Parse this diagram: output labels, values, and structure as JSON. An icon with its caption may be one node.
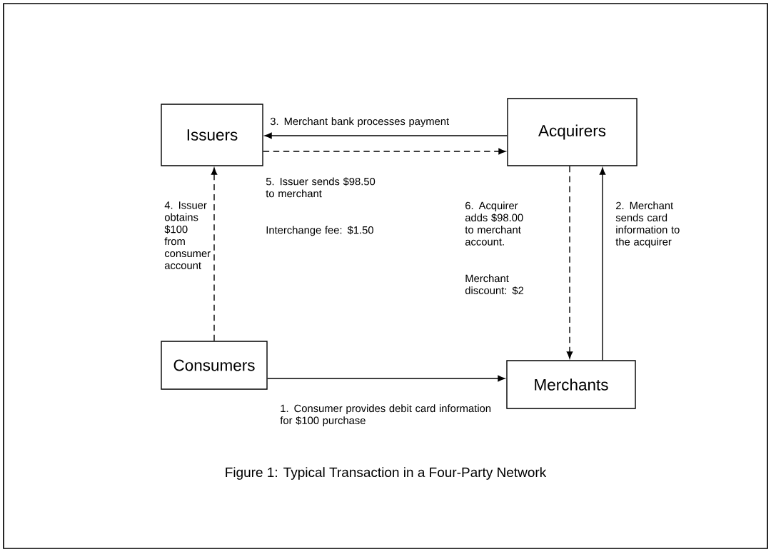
{
  "diagram": {
    "caption": "Figure 1: Typical Transaction in a Four-Party Network",
    "nodes": [
      {
        "text": [
          "Issuers"
        ]
      },
      {
        "text": [
          "Acquirers"
        ]
      },
      {
        "text": [
          "Consumers"
        ]
      },
      {
        "text": [
          "Merchants"
        ]
      }
    ],
    "edges": [
      {
        "from": 1,
        "to": 0,
        "arrow": "to",
        "label": "3. Merchant bank processes payment"
      },
      {
        "from": 0,
        "to": 1,
        "arrow": "to",
        "style": "dashed",
        "label": "5. Issuer sends $98.50 to merchant"
      },
      {
        "from": 2,
        "to": 0,
        "arrow": "to",
        "style": "dashed",
        "label": "4. Issuer obtains $100 from consumer account"
      },
      {
        "from": 2,
        "to": 3,
        "arrow": "to",
        "label": "1. Consumer provides debit card information for $100 purchase"
      },
      {
        "from": 1,
        "to": 3,
        "arrow": "to",
        "style": "dashed",
        "label": "6. Acquirer adds $98.00 to merchant account."
      },
      {
        "from": 3,
        "to": 1,
        "arrow": "to",
        "label": "2. Merchant sends card information to the acquirer"
      }
    ],
    "labels": [
      "Interchange fee: $1.50",
      "Merchant discount: $2"
    ]
  }
}
